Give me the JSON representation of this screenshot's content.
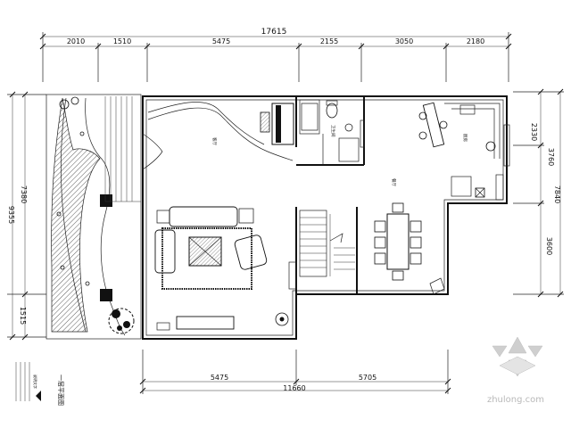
{
  "dimensions": {
    "overall_top": "17615",
    "top_segments": [
      "2010",
      "1510",
      "5475",
      "2155",
      "3050",
      "2180"
    ],
    "right_inner": [
      "2330",
      "3760",
      "3600"
    ],
    "right_outer": "7840",
    "left_inner": "7380",
    "left_outer": "9355",
    "left_bottom": "1515",
    "bottom_segments": [
      "5475",
      "5705"
    ],
    "bottom_total": "11660"
  },
  "rooms": {
    "living": "客厅",
    "dining": "餐厅",
    "kitchen": "厨房",
    "bath": "卫生间"
  },
  "legend": {
    "title": "一层平面图",
    "notes": "说明文字"
  },
  "watermark": {
    "text": "zhulong.com"
  },
  "colors": {
    "line": "#111111",
    "hatch": "#333333",
    "watermark": "#bbbbbb"
  }
}
